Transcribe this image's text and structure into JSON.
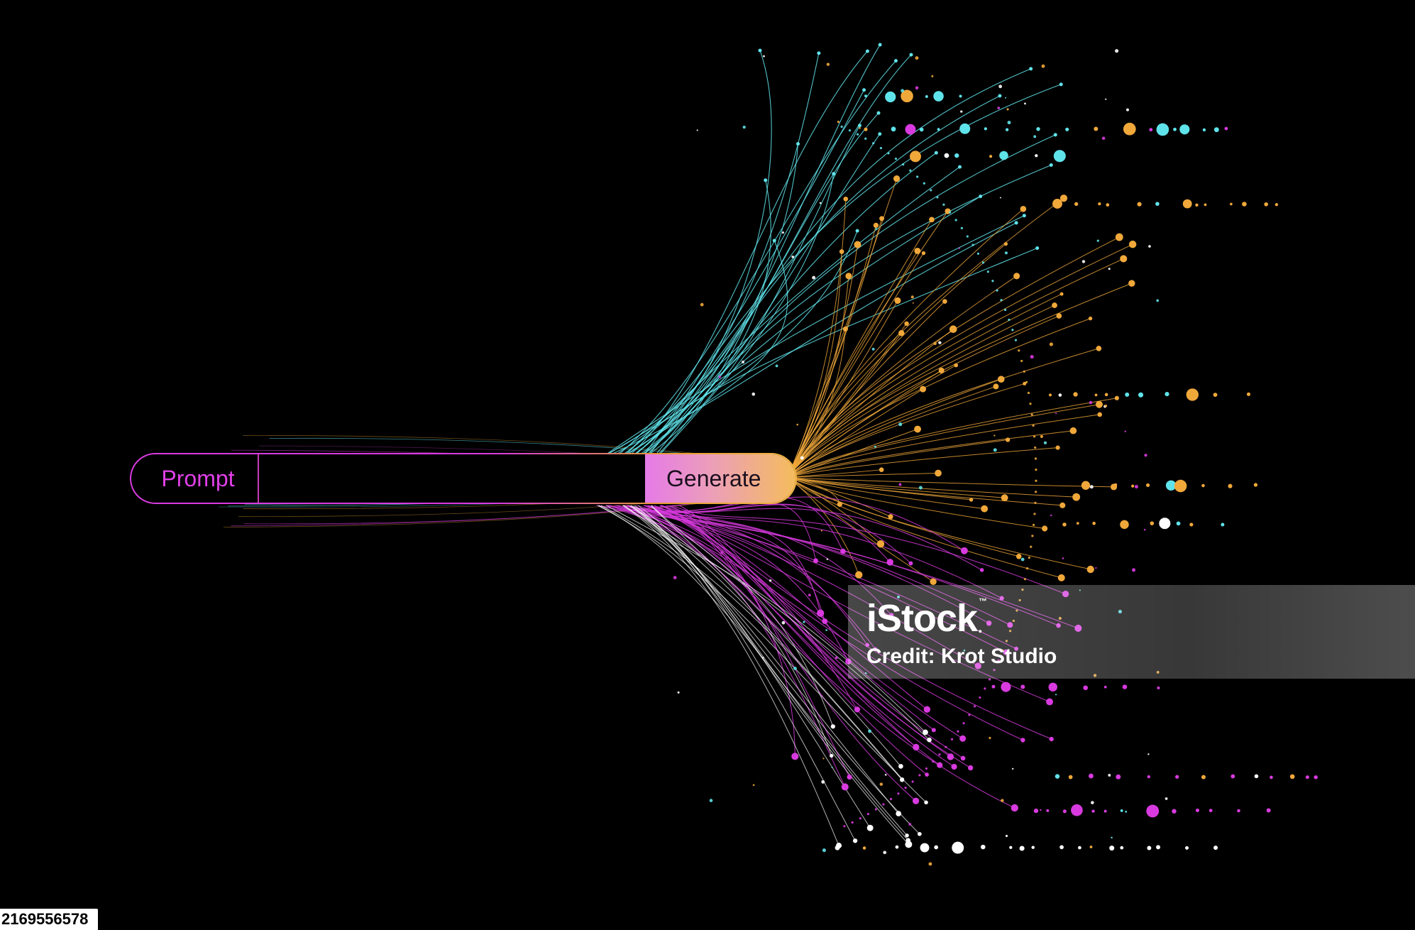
{
  "colors": {
    "background": "#000000",
    "cyan": "#5fe3ea",
    "magenta": "#d83adf",
    "orange": "#f0a83a",
    "white": "#ffffff"
  },
  "prompt_bar": {
    "label": "Prompt",
    "input_value": "",
    "button_label": "Generate"
  },
  "watermark": {
    "logo": "iStock",
    "trademark": "™",
    "credit": "Credit: Krot Studio"
  },
  "image_id": "2169556578"
}
